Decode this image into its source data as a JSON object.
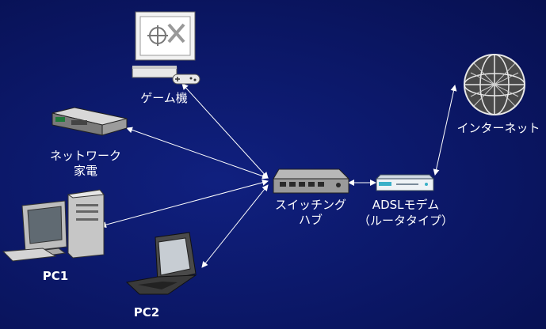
{
  "nodes": {
    "game": {
      "label": "ゲーム機"
    },
    "appliance": {
      "label_line1": "ネットワーク",
      "label_line2": "家電"
    },
    "pc1": {
      "label": "PC1"
    },
    "pc2": {
      "label": "PC2"
    },
    "hub": {
      "label_line1": "スイッチング",
      "label_line2": "ハブ"
    },
    "modem": {
      "label_line1": "ADSLモデム",
      "label_line2": "（ルータタイプ）"
    },
    "internet": {
      "label": "インターネット"
    }
  }
}
